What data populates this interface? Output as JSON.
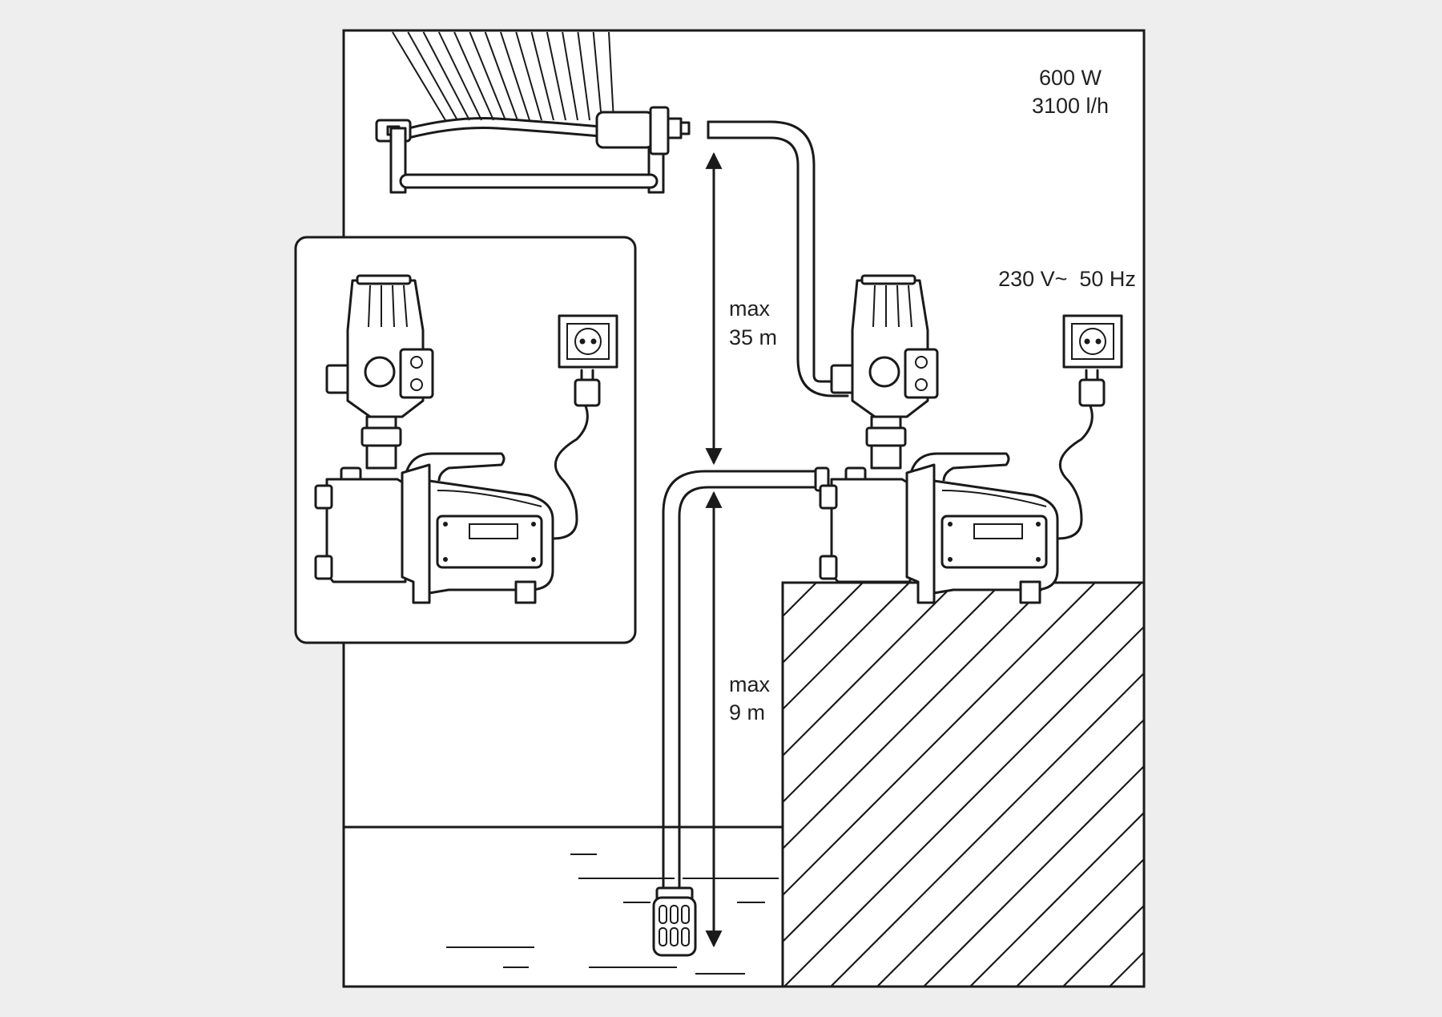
{
  "specs": {
    "power": "600 W",
    "flow": "3100 l/h"
  },
  "power_supply": "230 V~  50 Hz",
  "dimensions": {
    "discharge_height": {
      "line1": "max",
      "line2": "35 m"
    },
    "suction_height": {
      "line1": "max",
      "line2": "9 m"
    }
  }
}
